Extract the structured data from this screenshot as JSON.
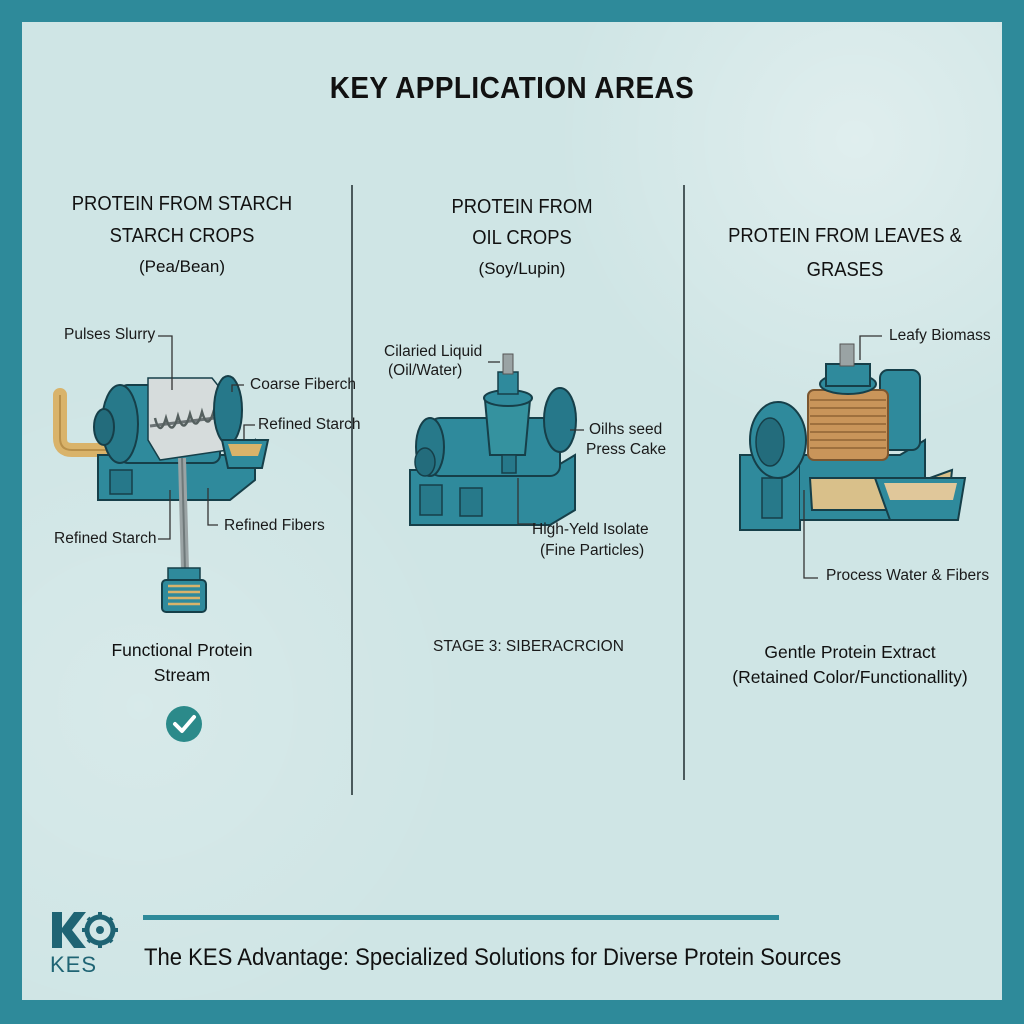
{
  "title": "KEY APPLICATION AREAS",
  "columns": [
    {
      "heading_line1": "PROTEIN FROM STARCH",
      "heading_line2": "STARCH CROPS",
      "subheading": "(Pea/Bean)",
      "labels": {
        "pulses_slurry": "Pulses Slurry",
        "coarse_fiber": "Coarse Fiberch",
        "refined_starch_right": "Refined Starch",
        "refined_starch_left": "Refined Starch",
        "refined_fibers": "Refined Fibers"
      },
      "output_line1": "Functional Protein",
      "output_line2": "Stream"
    },
    {
      "heading_line1": "PROTEIN FROM",
      "heading_line2": "OIL CROPS",
      "subheading": "(Soy/Lupin)",
      "labels": {
        "clarified_liquid_1": "Cilaried Liquid",
        "clarified_liquid_2": "(Oil/Water)",
        "oilseed_1": "Oilhs seed",
        "oilseed_2": "Press Cake",
        "isolate_1": "High-Yeld Isolate",
        "isolate_2": "(Fine Particles)"
      },
      "output_line1": "STAGE 3: SIBERACRCION"
    },
    {
      "heading_line1": "PROTEIN FROM LEAVES & GRASES",
      "labels": {
        "leafy_biomass": "Leafy Biomass",
        "process_water": "Process Water & Fibers"
      },
      "output_line1": "Gentle Protein Extract",
      "output_line2": "(Retained Color/Functionallity)"
    }
  ],
  "footer": {
    "logo_text": "KES",
    "tagline": "The KES Advantage: Specialized Solutions for Diverse Protein Sources"
  },
  "colors": {
    "border": "#2e8a9a",
    "panel": "#cfe5e5",
    "machine": "#2f8a9c",
    "machine_dark": "#1f6474",
    "copper": "#c9955a",
    "pipe": "#d9b36a",
    "check": "#2b8a8a"
  },
  "icons": [
    "checkmark-icon",
    "kes-gear-logo"
  ]
}
